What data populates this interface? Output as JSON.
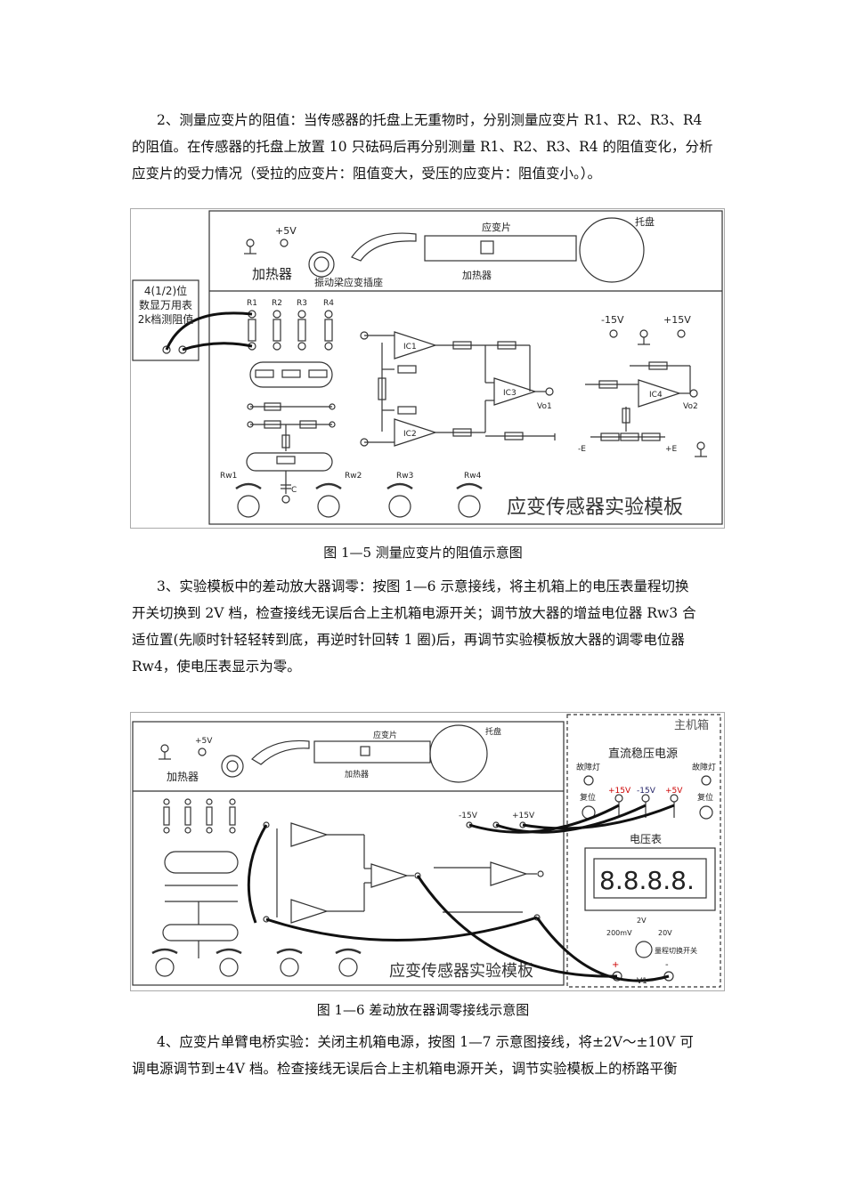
{
  "para2": {
    "line1": "2、测量应变片的阻值：当传感器的托盘上无重物时，分别测量应变片 R1、R2、R3、R4",
    "line2": "的阻值。在传感器的托盘上放置 10 只砝码后再分别测量 R1、R2、R3、R4 的阻值变化，分析",
    "line3": "应变片的受力情况（受拉的应变片：阻值变大，受压的应变片：阻值变小。）。"
  },
  "fig5": {
    "caption": "图 1—5 测量应变片的阻值示意图",
    "meter_lines": [
      "4(1/2)位",
      "数显万用表",
      "2k档测阻值"
    ],
    "plus5v": "+5V",
    "heater": "加热器",
    "vib_seat": "振动梁应变插座",
    "strain_gauge": "应变片",
    "heater2": "加热器",
    "tray": "托盘",
    "minus15v": "-15V",
    "plus15v": "+15V",
    "r_labels": [
      "R1",
      "R2",
      "R3",
      "R4"
    ],
    "ic": [
      "IC1",
      "IC2",
      "IC3",
      "IC4"
    ],
    "vo1": "Vo1",
    "vo2": "Vo2",
    "rw": [
      "Rw1",
      "Rw2",
      "Rw3",
      "Rw4"
    ],
    "minus_e": "-E",
    "plus_e": "+E",
    "c": "C",
    "board_title": "应变传感器实验模板"
  },
  "para3": {
    "line1": "3、实验模板中的差动放大器调零：按图 1—6 示意接线，将主机箱上的电压表量程切换",
    "line2": "开关切换到 2V 档，检查接线无误后合上主机箱电源开关；调节放大器的增益电位器 Rw3 合",
    "line3": "适位置(先顺时针轻轻转到底，再逆时针回转 1 圈)后，再调节实验模板放大器的调零电位器",
    "line4": "Rw4，使电压表显示为零。"
  },
  "fig6": {
    "caption": "图 1—6 差动放在器调零接线示意图",
    "mainbox": "主机箱",
    "dc_supply": "直流稳压电源",
    "fault_lamp_l": "故障灯",
    "fault_lamp_r": "故障灯",
    "reset_l": "复位",
    "reset_r": "复位",
    "p15": "+15V",
    "m15": "-15V",
    "p5": "+5V",
    "voltmeter": "电压表",
    "display": "8.8.8.8.",
    "range_200mv": "200mV",
    "range_2v": "2V",
    "range_20v": "20V",
    "range_switch": "量程切换开关",
    "v1": "V1",
    "plus": "+",
    "minus": "-",
    "plus5v": "+5V",
    "heater": "加热器",
    "strain_gauge": "应变片",
    "heater2": "加热器",
    "tray": "托盘",
    "minus15v": "-15V",
    "plus15v": "+15V",
    "board_title": "应变传感器实验模板"
  },
  "para4": {
    "line1": "4、应变片单臂电桥实验：关闭主机箱电源，按图 1—7 示意图接线，将±2V～±10V 可",
    "line2": "调电源调节到±4V 档。检查接线无误后合上主机箱电源开关，调节实验模板上的桥路平衡"
  }
}
